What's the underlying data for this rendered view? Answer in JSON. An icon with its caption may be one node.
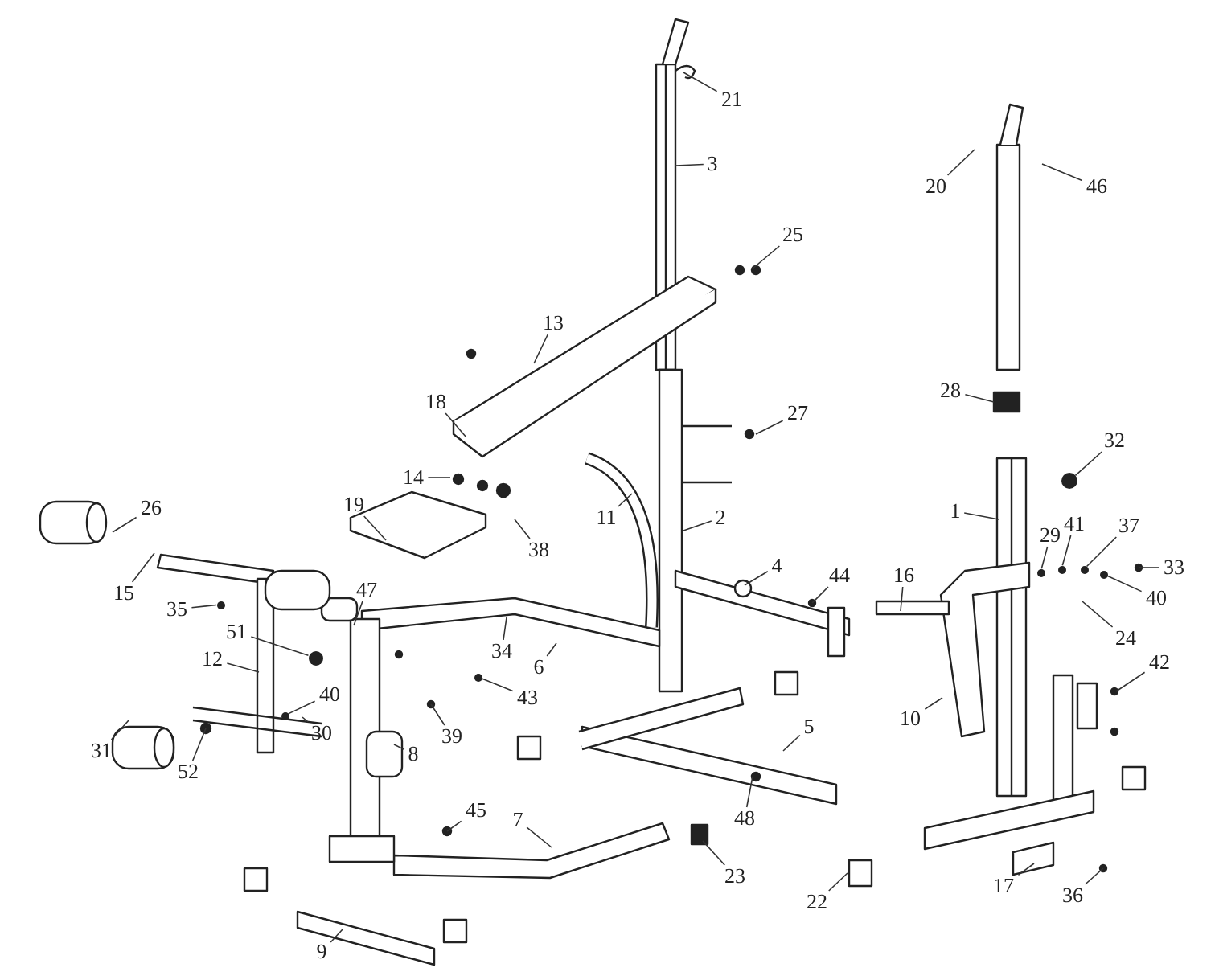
{
  "diagram": {
    "nodes": [
      {
        "text": [
          "21"
        ]
      },
      {
        "text": [
          "3"
        ]
      },
      {
        "text": [
          "20"
        ]
      },
      {
        "text": [
          "46"
        ]
      },
      {
        "text": [
          "25"
        ]
      },
      {
        "text": [
          "13"
        ]
      },
      {
        "text": [
          "28"
        ]
      },
      {
        "text": [
          "18"
        ]
      },
      {
        "text": [
          "27"
        ]
      },
      {
        "text": [
          "32"
        ]
      },
      {
        "text": [
          "14"
        ]
      },
      {
        "text": [
          "26"
        ]
      },
      {
        "text": [
          "19"
        ]
      },
      {
        "text": [
          "1"
        ]
      },
      {
        "text": [
          "11"
        ]
      },
      {
        "text": [
          "2"
        ]
      },
      {
        "text": [
          "41"
        ]
      },
      {
        "text": [
          "37"
        ]
      },
      {
        "text": [
          "29"
        ]
      },
      {
        "text": [
          "38"
        ]
      },
      {
        "text": [
          "33"
        ]
      },
      {
        "text": [
          "4"
        ]
      },
      {
        "text": [
          "16"
        ]
      },
      {
        "text": [
          "44"
        ]
      },
      {
        "text": [
          "15"
        ]
      },
      {
        "text": [
          "47"
        ]
      },
      {
        "text": [
          "40"
        ]
      },
      {
        "text": [
          "35"
        ]
      },
      {
        "text": [
          "24"
        ]
      },
      {
        "text": [
          "51"
        ]
      },
      {
        "text": [
          "34"
        ]
      },
      {
        "text": [
          "12"
        ]
      },
      {
        "text": [
          "6"
        ]
      },
      {
        "text": [
          "42"
        ]
      },
      {
        "text": [
          "43"
        ]
      },
      {
        "text": [
          "40"
        ]
      },
      {
        "text": [
          "10"
        ]
      },
      {
        "text": [
          "5"
        ]
      },
      {
        "text": [
          "30"
        ]
      },
      {
        "text": [
          "39"
        ]
      },
      {
        "text": [
          "31"
        ]
      },
      {
        "text": [
          "8"
        ]
      },
      {
        "text": [
          "52"
        ]
      },
      {
        "text": [
          "45"
        ]
      },
      {
        "text": [
          "7"
        ]
      },
      {
        "text": [
          "48"
        ]
      },
      {
        "text": [
          "23"
        ]
      },
      {
        "text": [
          "17"
        ]
      },
      {
        "text": [
          "36"
        ]
      },
      {
        "text": [
          "22"
        ]
      },
      {
        "text": [
          "9"
        ]
      },
      {
        "text": [],
        "shape": "circle"
      },
      {
        "text": [],
        "shape": "circle"
      },
      {
        "text": [],
        "shape": "circle"
      },
      {
        "text": [],
        "shape": "circle"
      },
      {
        "text": [],
        "shape": "circle"
      },
      {
        "text": [],
        "shape": "circle"
      },
      {
        "text": [],
        "shape": "circle"
      },
      {
        "text": [],
        "shape": "circle"
      },
      {
        "text": [],
        "shape": "circle"
      }
    ],
    "edges": [
      {
        "from": 0,
        "to": null,
        "arrow": "none"
      },
      {
        "from": 1,
        "to": null,
        "arrow": "none"
      },
      {
        "from": 2,
        "to": null,
        "arrow": "none"
      },
      {
        "from": 3,
        "to": null,
        "arrow": "none"
      },
      {
        "from": 4,
        "to": null,
        "arrow": "none"
      },
      {
        "from": 5,
        "to": null,
        "arrow": "none"
      },
      {
        "from": 6,
        "to": null,
        "arrow": "none"
      },
      {
        "from": 7,
        "to": null,
        "arrow": "none"
      },
      {
        "from": 8,
        "to": null,
        "arrow": "none"
      },
      {
        "from": 9,
        "to": 51,
        "arrow": "none"
      },
      {
        "from": 10,
        "to": null,
        "arrow": "none"
      },
      {
        "from": 11,
        "to": null,
        "arrow": "none"
      },
      {
        "from": 12,
        "to": null,
        "arrow": "none"
      },
      {
        "from": 13,
        "to": null,
        "arrow": "none"
      },
      {
        "from": 14,
        "to": null,
        "arrow": "none"
      },
      {
        "from": 15,
        "to": null,
        "arrow": "none"
      },
      {
        "from": 16,
        "to": 52,
        "arrow": "none"
      },
      {
        "from": 17,
        "to": 53,
        "arrow": "none"
      },
      {
        "from": 18,
        "to": 57,
        "arrow": "none"
      },
      {
        "from": 19,
        "to": null,
        "arrow": "none"
      },
      {
        "from": 20,
        "to": null,
        "arrow": "none"
      },
      {
        "from": 21,
        "to": null,
        "arrow": "none"
      },
      {
        "from": 22,
        "to": null,
        "arrow": "none"
      },
      {
        "from": 23,
        "to": null,
        "arrow": "none"
      },
      {
        "from": 24,
        "to": null,
        "arrow": "none"
      },
      {
        "from": 25,
        "to": null,
        "arrow": "none"
      },
      {
        "from": 26,
        "to": 58,
        "arrow": "none"
      },
      {
        "from": 27,
        "to": 54,
        "arrow": "none"
      },
      {
        "from": 28,
        "to": null,
        "arrow": "none"
      },
      {
        "from": 29,
        "to": 55,
        "arrow": "none"
      },
      {
        "from": 30,
        "to": null,
        "arrow": "none"
      },
      {
        "from": 31,
        "to": null,
        "arrow": "none"
      },
      {
        "from": 32,
        "to": null,
        "arrow": "none"
      },
      {
        "from": 33,
        "to": null,
        "arrow": "none"
      },
      {
        "from": 34,
        "to": 56,
        "arrow": "none"
      },
      {
        "from": 35,
        "to": 59,
        "arrow": "none"
      },
      {
        "from": 36,
        "to": null,
        "arrow": "none"
      },
      {
        "from": 37,
        "to": null,
        "arrow": "none"
      },
      {
        "from": 38,
        "to": null,
        "arrow": "none"
      },
      {
        "from": 39,
        "to": null,
        "arrow": "none"
      },
      {
        "from": 40,
        "to": null,
        "arrow": "none"
      },
      {
        "from": 41,
        "to": null,
        "arrow": "none"
      },
      {
        "from": 42,
        "to": null,
        "arrow": "none"
      },
      {
        "from": 43,
        "to": null,
        "arrow": "none"
      },
      {
        "from": 44,
        "to": null,
        "arrow": "none"
      },
      {
        "from": 45,
        "to": null,
        "arrow": "none"
      },
      {
        "from": 46,
        "to": null,
        "arrow": "none"
      },
      {
        "from": 47,
        "to": null,
        "arrow": "none"
      },
      {
        "from": 48,
        "to": null,
        "arrow": "none"
      },
      {
        "from": 49,
        "to": null,
        "arrow": "none"
      },
      {
        "from": 50,
        "to": null,
        "arrow": "none"
      }
    ]
  }
}
